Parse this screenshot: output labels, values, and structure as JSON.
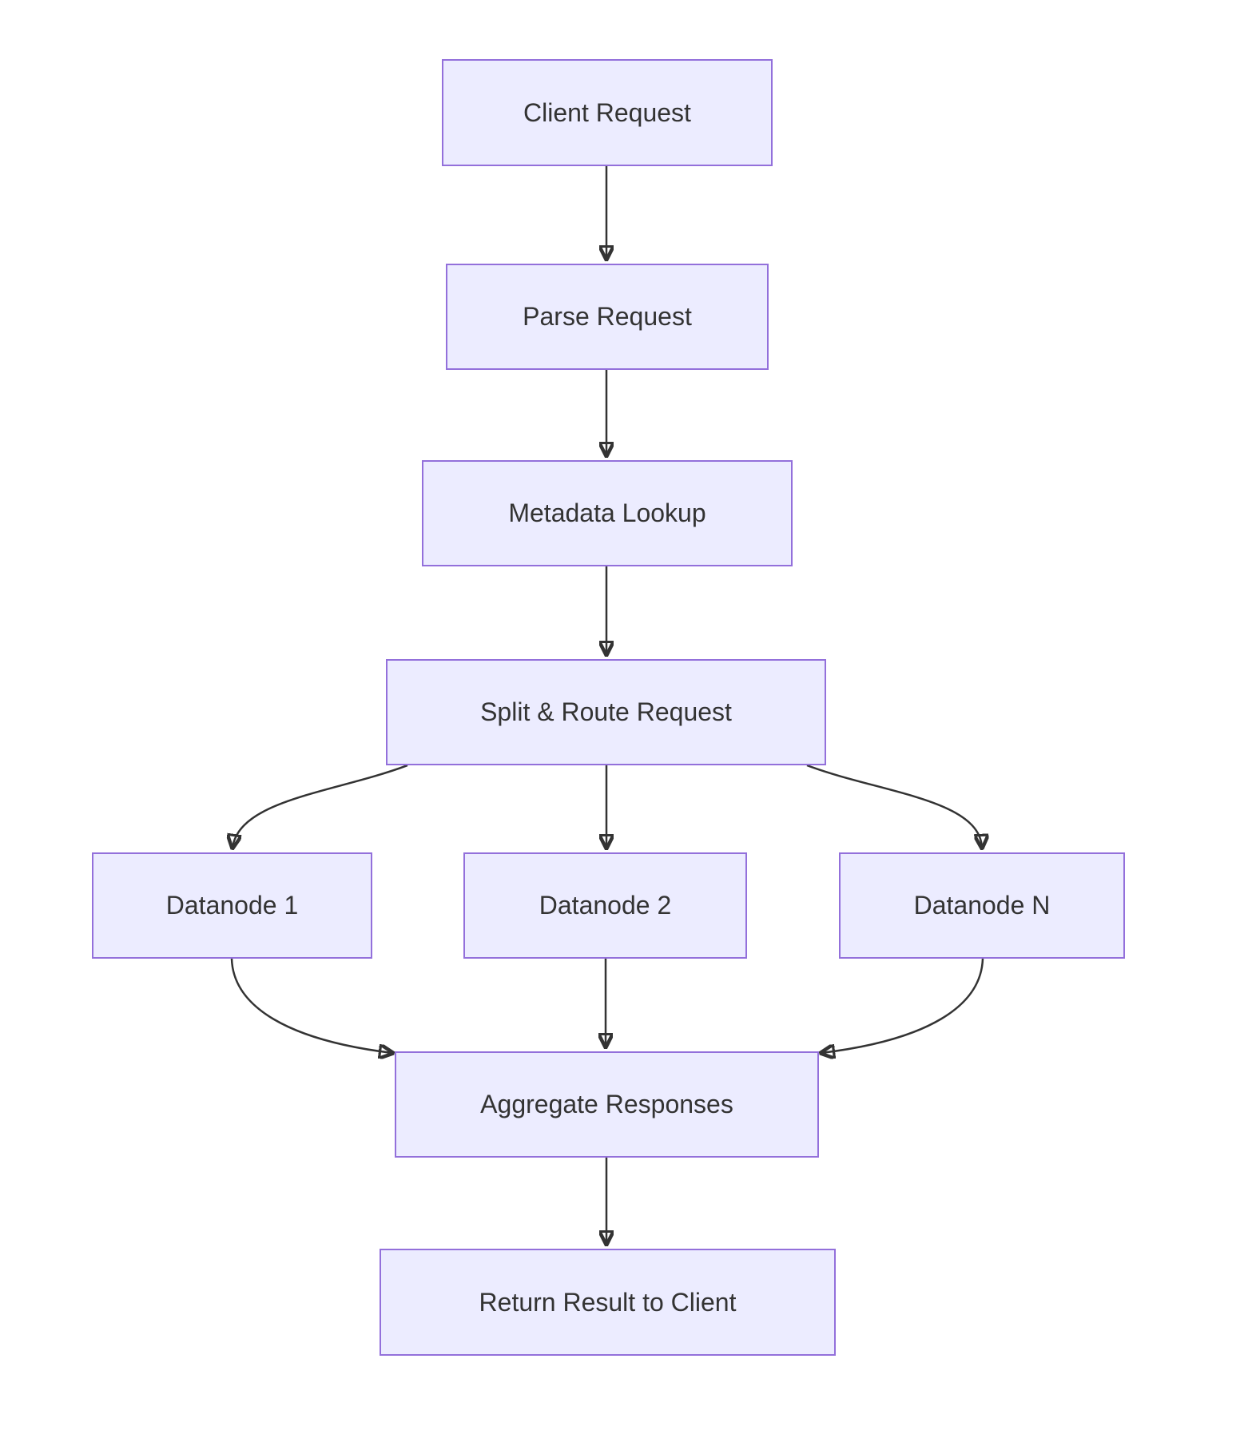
{
  "diagram": {
    "type": "flowchart",
    "direction": "top-down",
    "background": "#FFFFFF",
    "colors": {
      "node_fill": "#ECECFF",
      "node_border": "#9370DB",
      "node_text": "#333333",
      "edge_stroke": "#333333"
    },
    "nodes": [
      {
        "id": "client",
        "label": "Client Request"
      },
      {
        "id": "parse",
        "label": "Parse Request"
      },
      {
        "id": "metadata",
        "label": "Metadata Lookup"
      },
      {
        "id": "split",
        "label": "Split & Route Request"
      },
      {
        "id": "datanode1",
        "label": "Datanode 1"
      },
      {
        "id": "datanode2",
        "label": "Datanode 2"
      },
      {
        "id": "datanodeN",
        "label": "Datanode N"
      },
      {
        "id": "aggregate",
        "label": "Aggregate Responses"
      },
      {
        "id": "return",
        "label": "Return Result to Client"
      }
    ],
    "edges": [
      {
        "from": "client",
        "to": "parse"
      },
      {
        "from": "parse",
        "to": "metadata"
      },
      {
        "from": "metadata",
        "to": "split"
      },
      {
        "from": "split",
        "to": "datanode1"
      },
      {
        "from": "split",
        "to": "datanode2"
      },
      {
        "from": "split",
        "to": "datanodeN"
      },
      {
        "from": "datanode1",
        "to": "aggregate"
      },
      {
        "from": "datanode2",
        "to": "aggregate"
      },
      {
        "from": "datanodeN",
        "to": "aggregate"
      },
      {
        "from": "aggregate",
        "to": "return"
      }
    ]
  }
}
